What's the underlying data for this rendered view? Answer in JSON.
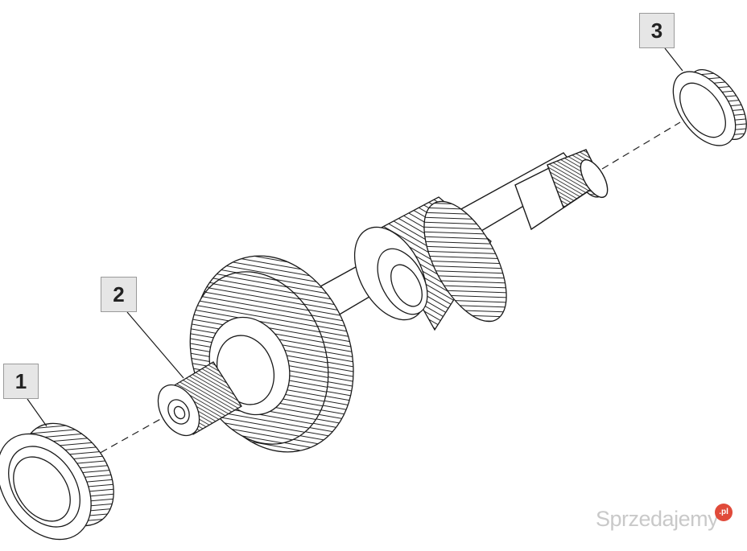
{
  "callouts": {
    "part_1": "1",
    "part_2": "2",
    "part_3": "3"
  },
  "watermark": {
    "text": "Sprzedajemy",
    "badge": ".pl",
    "badge_color": "#e04a3a"
  },
  "colors": {
    "line": "#1a1a1a",
    "callout_bg": "#e6e6e6"
  }
}
